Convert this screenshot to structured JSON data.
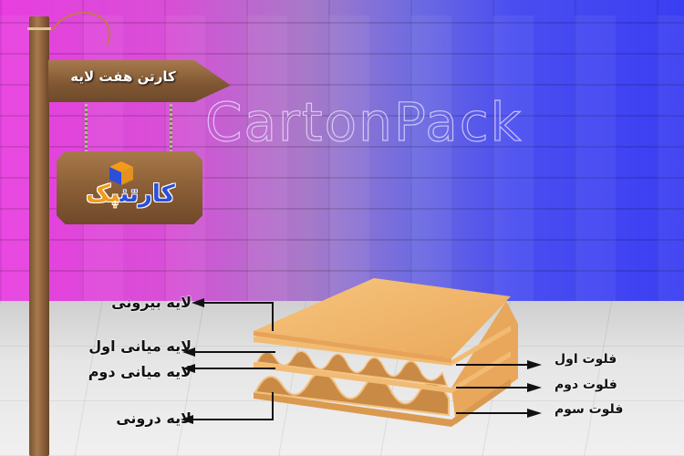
{
  "watermark": "CartonPack",
  "sign": {
    "arrow_title": "کارتن هفت لایه",
    "logo_text_main": "کارتن",
    "logo_text_accent": "پک"
  },
  "labels_left": [
    {
      "id": "outer",
      "text": "لایه بیرونی"
    },
    {
      "id": "middle1",
      "text": "لایه میانی اول"
    },
    {
      "id": "middle2",
      "text": "لایه میانی دوم"
    },
    {
      "id": "inner",
      "text": "لایه درونی"
    }
  ],
  "labels_right": [
    {
      "id": "flute1",
      "text": "فلوت اول"
    },
    {
      "id": "flute2",
      "text": "فلوت دوم"
    },
    {
      "id": "flute3",
      "text": "فلوت سوم"
    }
  ],
  "colors": {
    "wall_left": "#e83ee0",
    "wall_right": "#3a3ef2",
    "cardboard": "#f0b46a",
    "logo_blue": "#2b4fd8",
    "logo_orange": "#f29a1a"
  }
}
